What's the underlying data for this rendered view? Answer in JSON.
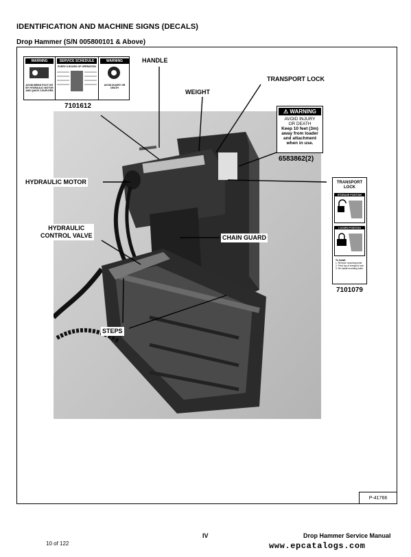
{
  "header": {
    "section_title": "IDENTIFICATION AND MACHINE SIGNS (DECALS)",
    "subtitle": "Drop Hammer (S/N 005800101 & Above)"
  },
  "callouts": {
    "handle": "HANDLE",
    "weight": "WEIGHT",
    "transport_lock": "TRANSPORT LOCK",
    "hydraulic_motor": "HYDRAULIC MOTOR",
    "hydraulic_control_valve_line1": "HYDRAULIC",
    "hydraulic_control_valve_line2": "CONTROL VALVE",
    "chain_guard": "CHAIN GUARD",
    "steps": "STEPS"
  },
  "decals": {
    "service_decal": {
      "number": "7101612",
      "left_header": "WARNING",
      "left_text": "AVOID BEING FOOT HIT BY HYDRAULIC MOTOR AND QUICK COUPLERS",
      "mid_header": "SERVICE SCHEDULE",
      "mid_sub": "EVERY 8 HOURS OF OPERATION",
      "right_header": "WARNING",
      "right_text": "AVOID INJURY OR DEATH"
    },
    "warning_decal": {
      "number": "6583862(2)",
      "header": "WARNING",
      "line1": "AVOID INJURY",
      "line2": "OR DEATH",
      "line3": "Keep 10 feet (3m)",
      "line4": "away from loader",
      "line5": "and attachment",
      "line6": "when in use."
    },
    "transport_lock_decal": {
      "number": "7101079",
      "header_line1": "TRANSPORT",
      "header_line2": "LOCK",
      "storage_label": "STORAGE POSITION",
      "locked_label": "LOCKED POSITION",
      "instructions_title": "To Install:",
      "instr1": "1. Remove mounting bolts",
      "instr2": "2. Pivot top of transport lock",
      "instr3": "3. Re-install mounting bolts"
    }
  },
  "figure_ref": "P-41766",
  "footer": {
    "page_number": "IV",
    "manual_title": "Drop Hammer Service Manual",
    "page_of": "10 of 122",
    "watermark": "www.epcatalogs.com"
  },
  "colors": {
    "photo_background": "#cfcfcf",
    "machine_dark": "#1e1e1e",
    "machine_mid": "#3a3a3a"
  }
}
